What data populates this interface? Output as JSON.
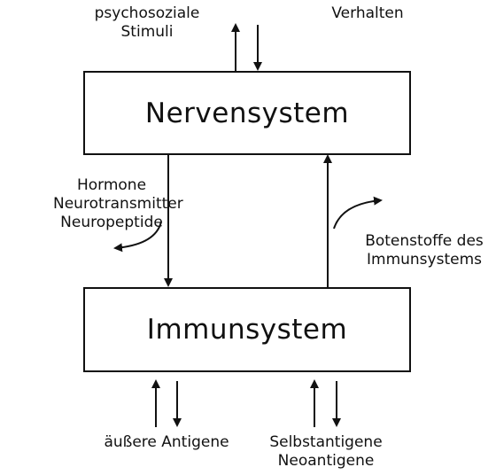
{
  "top": {
    "input_label": [
      "psychosoziale",
      "Stimuli"
    ],
    "output_label": "Verhalten"
  },
  "boxes": {
    "nervous": "Nervensystem",
    "immune": "Immunsystem"
  },
  "left_arrow_label": [
    "Hormone",
    "Neurotransmitter",
    "Neuropeptide"
  ],
  "right_arrow_label": [
    "Botenstoffe des",
    "Immunsystems"
  ],
  "bottom": {
    "left_label": "äußere Antigene",
    "right_label": [
      "Selbstantigene",
      "Neoantigene"
    ]
  }
}
